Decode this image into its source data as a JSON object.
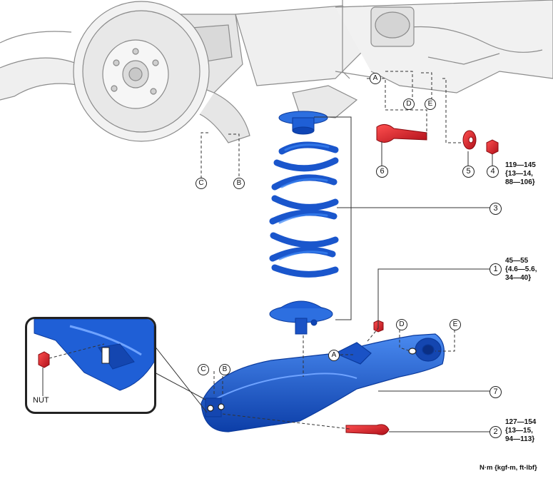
{
  "callouts": {
    "c1": "1",
    "c2": "2",
    "c3": "3",
    "c4": "4",
    "c5": "5",
    "c6": "6",
    "c7": "7"
  },
  "location_marks": {
    "a_top": "A",
    "a_bottom": "A",
    "b_top": "B",
    "b_bottom": "B",
    "c_top": "C",
    "c_bottom": "C",
    "d_top": "D",
    "d_bottom": "D",
    "e_top": "E",
    "e_bottom": "E"
  },
  "torque_specs": {
    "item1": "45—55\n{4.6—5.6,\n34—40}",
    "item4": "119—145\n{13—14,\n88—106}",
    "item2": "127—154\n{13—15,\n94—113}"
  },
  "inset": {
    "nut_label": "NUT"
  },
  "units_note": "N·m {kgf-m, ft-lbf}",
  "colors": {
    "part_blue": "#1f5fd6",
    "part_blue_dark": "#0b3a9c",
    "bolt_red": "#e0202a",
    "line_art": "#9a9a9a"
  }
}
